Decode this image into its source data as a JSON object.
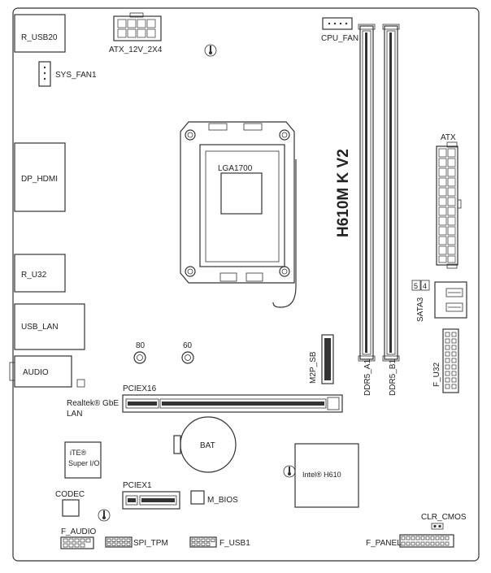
{
  "board": {
    "model": "H610M K V2"
  },
  "labels": {
    "r_usb20": "R_USB20",
    "atx_12v": "ATX_12V_2X4",
    "cpu_fan": "CPU_FAN",
    "sys_fan1": "SYS_FAN1",
    "atx": "ATX",
    "lga": "LGA1700",
    "dp_hdmi": "DP_HDMI",
    "r_u32": "R_U32",
    "sata_num_top": "5",
    "sata_num_bot": "4",
    "sata3": "SATA3",
    "usb_lan": "USB_LAN",
    "m80": "80",
    "m60": "60",
    "m2p_sb": "M2P_SB",
    "ddr5_a1": "DDR5_A1",
    "ddr5_b1": "DDR5_B1",
    "f_u32": "F_U32",
    "audio": "AUDIO",
    "realtek_1": "Realtek® GbE",
    "realtek_2": "LAN",
    "pciex16": "PCIEX16",
    "bat": "BAT",
    "ite_1": "iTE®",
    "ite_2": "Super I/O",
    "intel": "Intel® H610",
    "pciex1": "PCIEX1",
    "m_bios": "M_BIOS",
    "codec": "CODEC",
    "clr_cmos": "CLR_CMOS",
    "f_audio": "F_AUDIO",
    "spi_tpm": "SPI_TPM",
    "f_usb1": "F_USB1",
    "f_panel": "F_PANEL"
  }
}
